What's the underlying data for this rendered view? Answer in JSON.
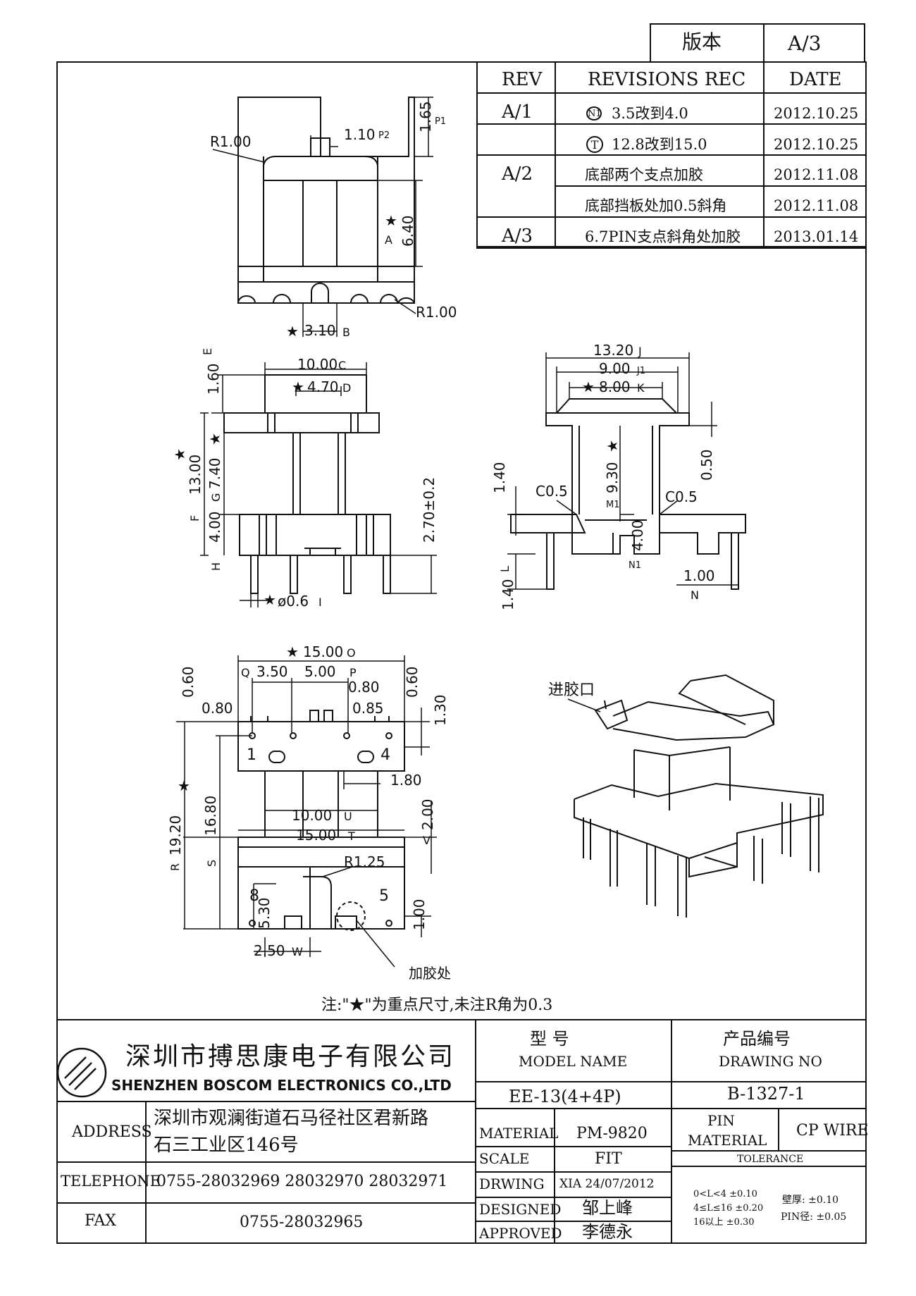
{
  "version_box": {
    "label": "版本",
    "value": "A/3"
  },
  "revisions": {
    "headers": {
      "rev": "REV",
      "rec": "REVISIONS REC",
      "date": "DATE"
    },
    "rows": [
      {
        "rev": "A/1",
        "mark": "N1",
        "text": "3.5改到4.0",
        "date": "2012.10.25"
      },
      {
        "rev": "",
        "mark": "T",
        "text": "12.8改到15.0",
        "date": "2012.10.25"
      },
      {
        "rev": "A/2",
        "mark": "",
        "text": "底部两个支点加胶",
        "date": "2012.11.08"
      },
      {
        "rev": "",
        "mark": "",
        "text": "底部挡板处加0.5斜角",
        "date": "2012.11.08"
      },
      {
        "rev": "A/3",
        "mark": "",
        "text": "6.7PIN支点斜角处加胶",
        "date": "2013.01.14"
      }
    ]
  },
  "drawing": {
    "top_view": {
      "r1": "R1.00",
      "d_110": "1.10",
      "p2": "P2",
      "d_165": "1.65",
      "p1": "P1",
      "d_640": "6.40",
      "a": "A",
      "star": "★",
      "r2": "R1.00",
      "d_310": "3.10",
      "b": "B"
    },
    "front_view": {
      "e": "E",
      "d_160": "1.60",
      "d_1000": "10.00",
      "c": "C",
      "d_470": "4.70",
      "d": "D",
      "d_1300": "13.00",
      "d_740": "7.40",
      "f": "F",
      "g": "G",
      "d_400": "4.00",
      "d_270": "2.70±0.2",
      "h": "H",
      "pin": "ø0.6",
      "i": "I"
    },
    "side_view": {
      "d_1320": "13.20",
      "j": "J",
      "d_900": "9.00",
      "j1": "J1",
      "d_800": "8.00",
      "k": "K",
      "d_050": "0.50",
      "d_140a": "1.40",
      "c05a": "C0.5",
      "d_930": "9.30",
      "m1": "M1",
      "c05b": "C0.5",
      "d_400": "4.00",
      "n1": "N1",
      "l": "L",
      "d_100": "1.00",
      "n": "N",
      "d_140b": "1.40"
    },
    "bottom_view": {
      "d_1500": "15.00",
      "o": "O",
      "q": "Q",
      "d_350": "3.50",
      "d_500": "5.00",
      "p": "P",
      "d_060a": "0.60",
      "d_080a": "0.80",
      "d_080b": "0.80",
      "d_085": "0.85",
      "d_060b": "0.60",
      "d_130": "1.30",
      "pin1": "1",
      "pin4": "4",
      "d_180": "1.80",
      "d_1920": "19.20",
      "r": "R",
      "d_1680": "16.80",
      "s": "S",
      "d_1000u": "10.00",
      "u": "U",
      "d_200": "2.00",
      "v": "V",
      "d_1500t": "15.00",
      "t": "T",
      "r125": "R1.25",
      "pin8": "8",
      "pin5": "5",
      "d_530": "5.30",
      "d_100": "1.00",
      "d_250": "2.50",
      "w": "W",
      "glue": "加胶处"
    },
    "iso_label": "进胶口",
    "note": "注:\"★\"为重点尺寸,未注R角为0.3"
  },
  "title_block": {
    "company_cn": "深圳市搏思康电子有限公司",
    "company_en": "SHENZHEN BOSCOM ELECTRONICS CO.,LTD",
    "address_label": "ADDRESS",
    "address_line1": "深圳市观澜街道石马径社区君新路",
    "address_line2": "石三工业区146号",
    "telephone_label": "TELEPHONE",
    "telephone": "0755-28032969 28032970 28032971",
    "fax_label": "FAX",
    "fax": "0755-28032965",
    "model_label_cn": "型  号",
    "model_label_en": "MODEL NAME",
    "model": "EE-13(4+4P)",
    "drawing_no_label_cn": "产品编号",
    "drawing_no_label_en": "DRAWING NO",
    "drawing_no": "B-1327-1",
    "material_label": "MATERIAL",
    "material": "PM-9820",
    "scale_label": "SCALE",
    "scale": "FIT",
    "drwing_label": "DRWING",
    "drwing": "XIA 24/07/2012",
    "designed_label": "DESIGNED",
    "designed": "邹上峰",
    "approved_label": "APPROVED",
    "approved": "李德永",
    "pin_label": "PIN",
    "pin_material_label": "MATERIAL",
    "pin_material": "CP WIRE",
    "tolerance_label": "TOLERANCE",
    "tol_1": "0<L<4   ±0.10",
    "tol_2": "4≤L≤16  ±0.20",
    "tol_3": "16以上   ±0.30",
    "wall": "壁厚:  ±0.10",
    "pin_dia": "PIN径: ±0.05"
  }
}
